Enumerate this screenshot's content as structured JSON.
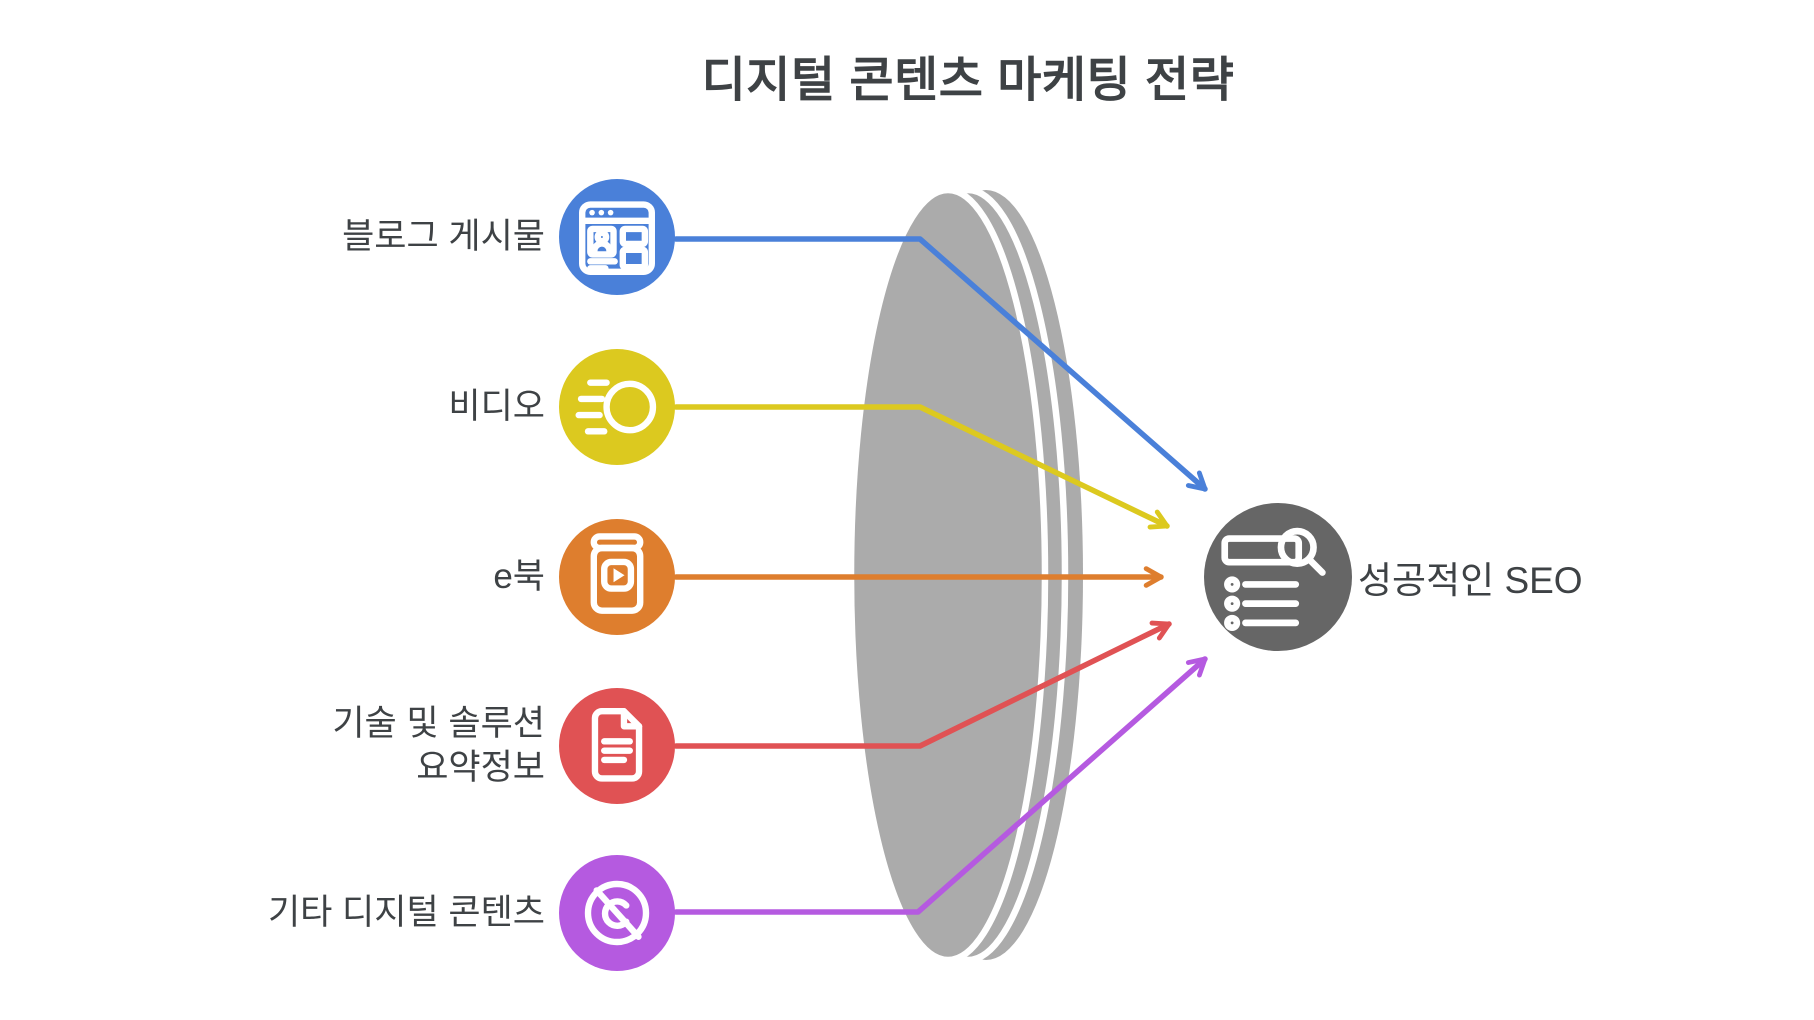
{
  "title": "디지털 콘텐츠 마케팅 전략",
  "text_color": "#3E4245",
  "lens_color": "#ABABAB",
  "sources": [
    {
      "label": "블로그 게시물",
      "icon": "blog-browser-icon",
      "color": "#4A80D9"
    },
    {
      "label": "비디오",
      "icon": "video-camera-icon",
      "color": "#DCC91F"
    },
    {
      "label": "e북",
      "icon": "ebook-play-icon",
      "color": "#DE7E2E"
    },
    {
      "label": "기술 및 솔루션\n요약정보",
      "icon": "document-icon",
      "color": "#E05254"
    },
    {
      "label": "기타 디지털 콘텐츠",
      "icon": "no-copyright-icon",
      "color": "#B55AE0"
    }
  ],
  "target": {
    "label": "성공적인 SEO",
    "icon": "search-list-icon",
    "color": "#666666"
  }
}
